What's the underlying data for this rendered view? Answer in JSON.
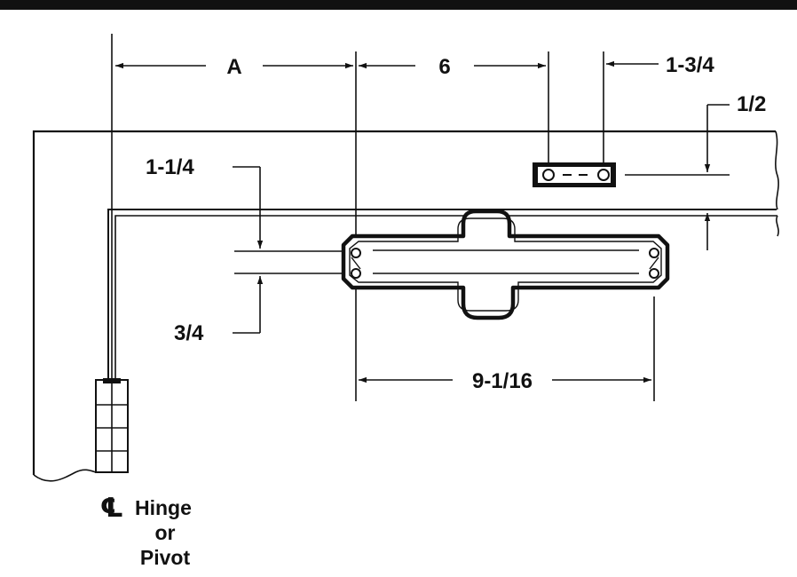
{
  "colors": {
    "ink": "#111111",
    "paper": "#ffffff"
  },
  "dimensions": {
    "a": "A",
    "six": "6",
    "one_three_quarter": "1-3/4",
    "one_half": "1/2",
    "one_one_quarter": "1-1/4",
    "three_quarter": "3/4",
    "nine_one_sixteenth": "9-1/16"
  },
  "note": {
    "symbol": "℄",
    "line1": "Hinge",
    "line2": "or",
    "line3": "Pivot"
  }
}
